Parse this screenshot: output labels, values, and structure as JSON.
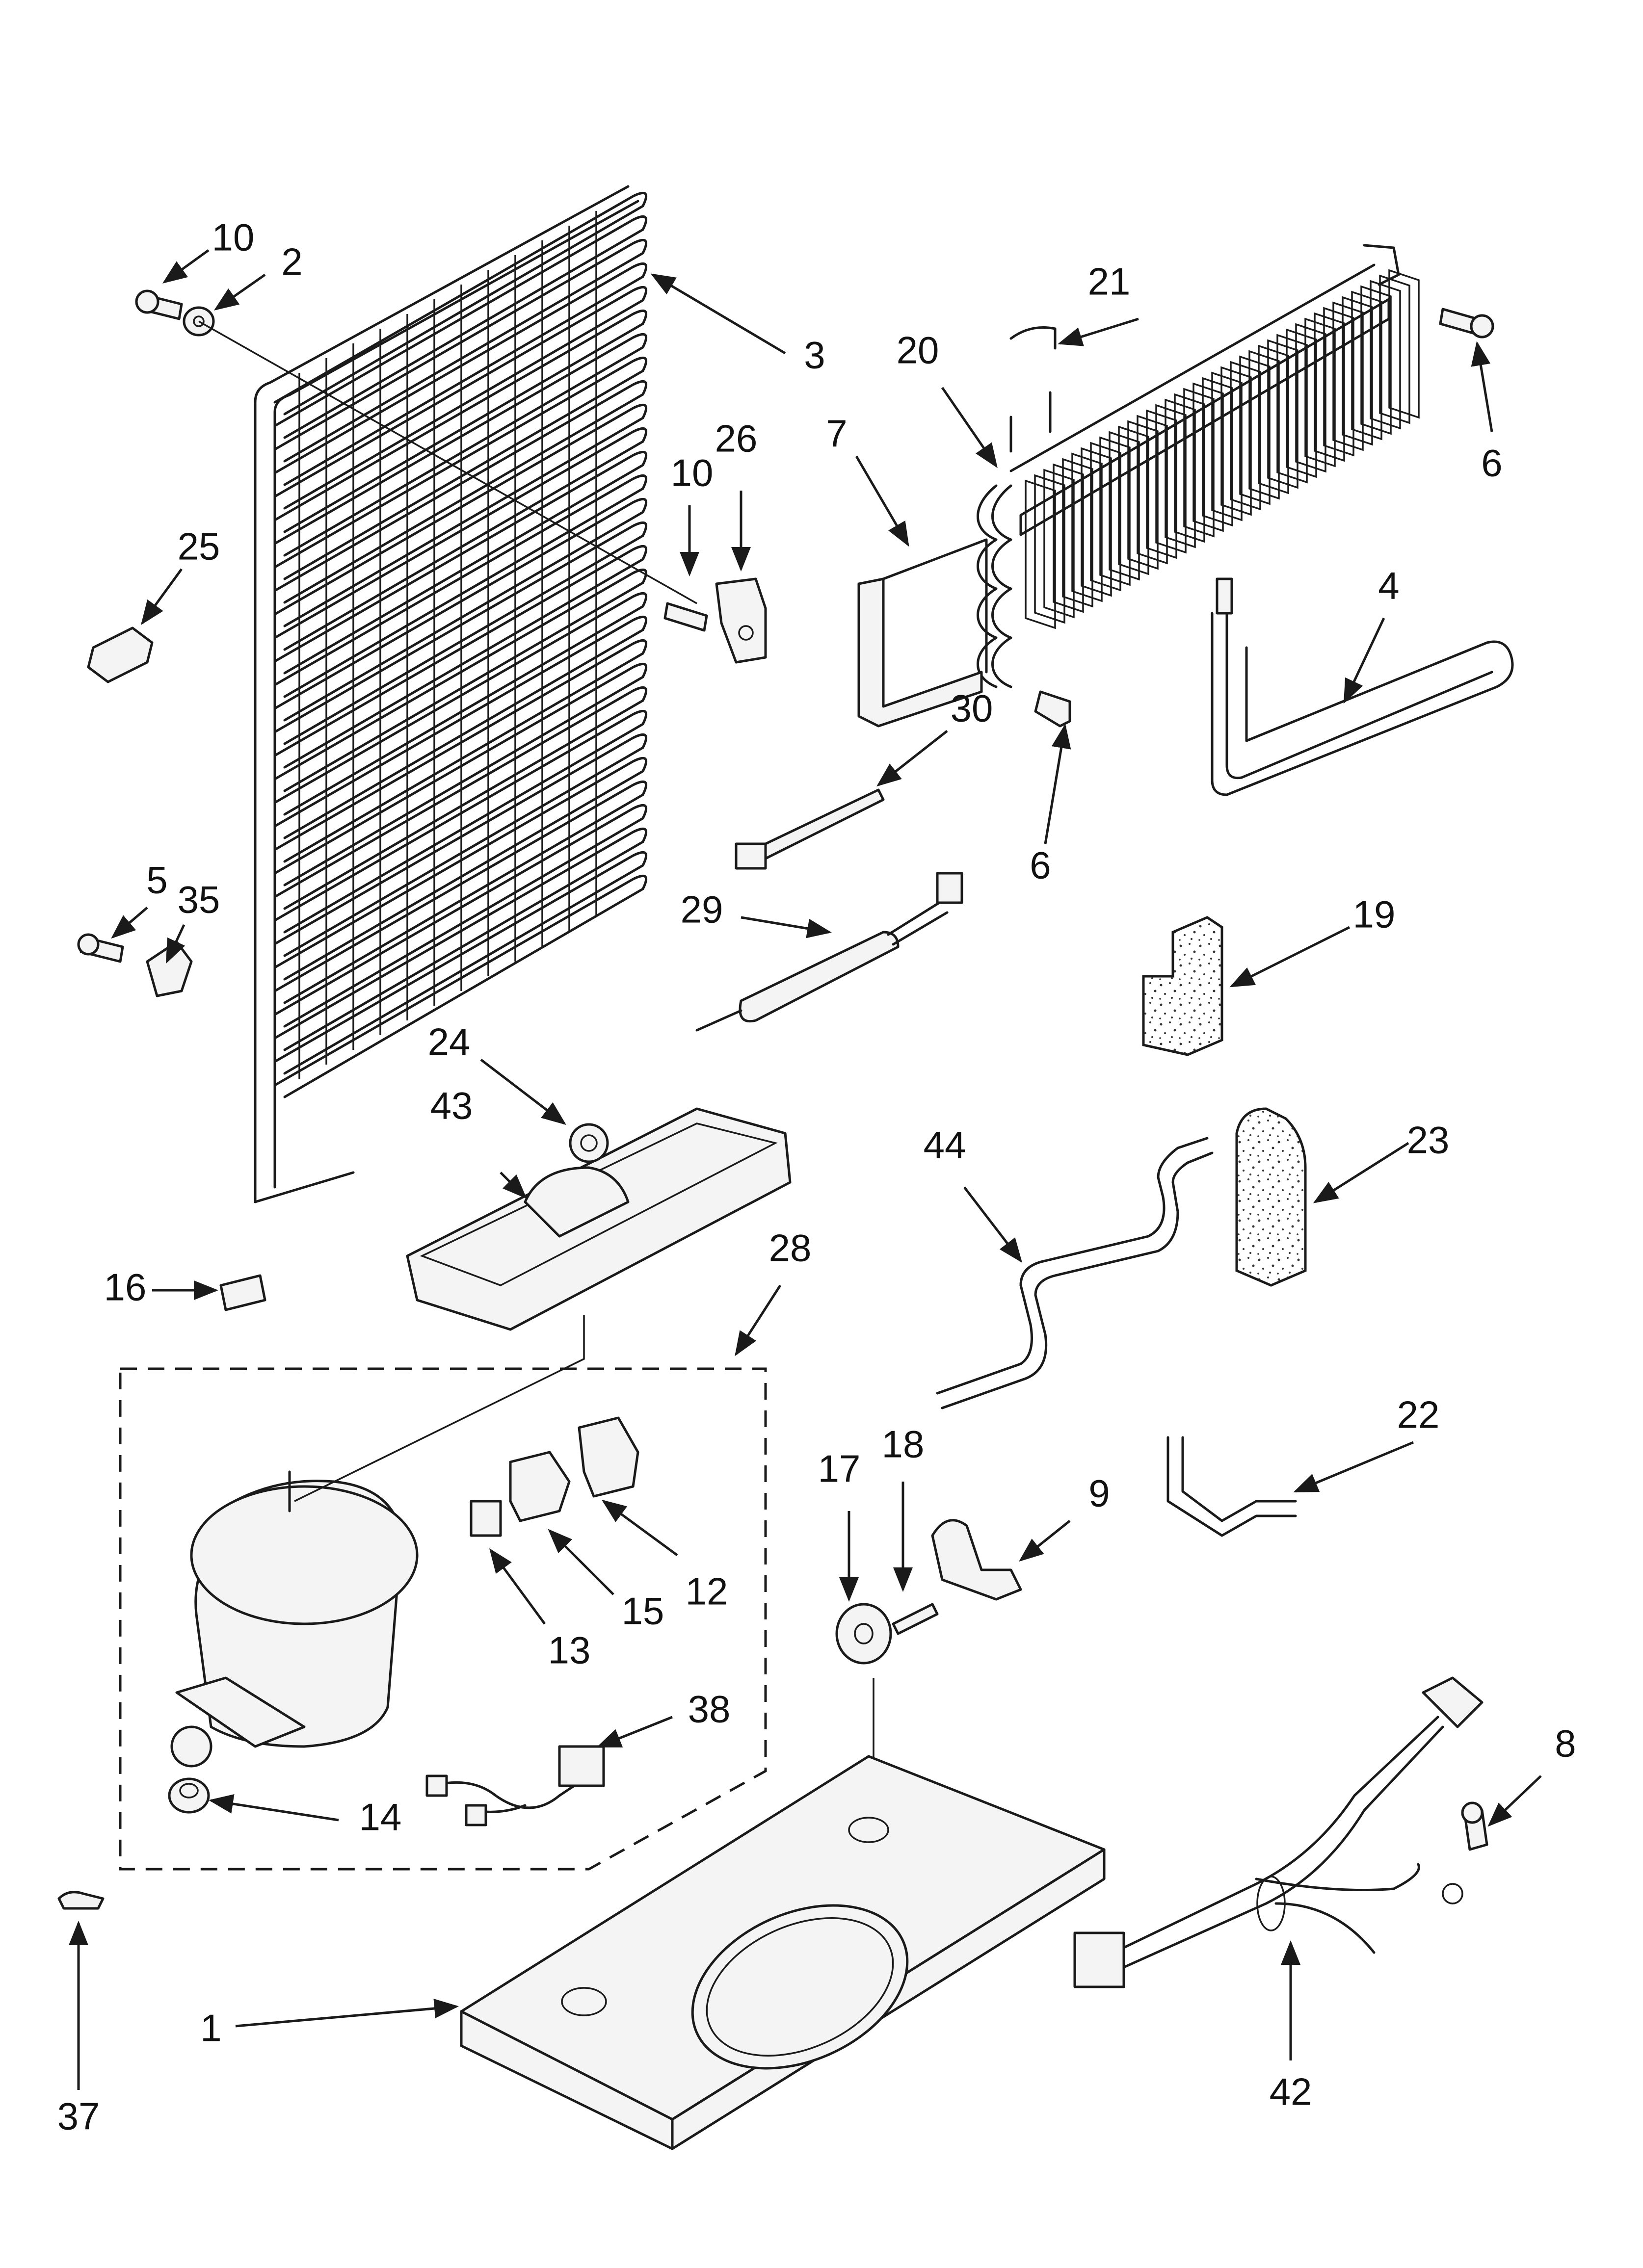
{
  "diagram": {
    "callouts": {
      "c1": "1",
      "c2": "2",
      "c3": "3",
      "c4": "4",
      "c5": "5",
      "c6a": "6",
      "c6b": "6",
      "c7": "7",
      "c8": "8",
      "c9": "9",
      "c10a": "10",
      "c10b": "10",
      "c12": "12",
      "c13": "13",
      "c14": "14",
      "c15": "15",
      "c16": "16",
      "c17": "17",
      "c18": "18",
      "c19": "19",
      "c20": "20",
      "c21": "21",
      "c22": "22",
      "c23": "23",
      "c24": "24",
      "c25": "25",
      "c26": "26",
      "c28": "28",
      "c29": "29",
      "c30": "30",
      "c35": "35",
      "c37": "37",
      "c38": "38",
      "c42": "42",
      "c43": "43",
      "c44": "44"
    }
  }
}
